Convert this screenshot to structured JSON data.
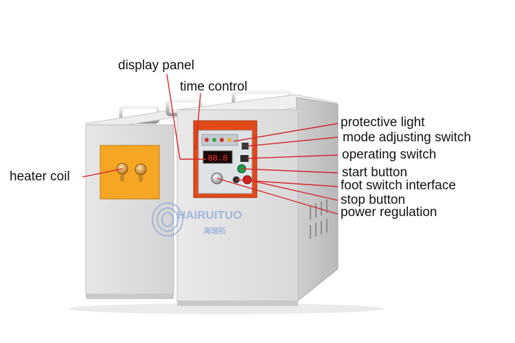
{
  "labels": {
    "display_panel": "display panel",
    "time_control": "time control",
    "heater_coil": "heater coil",
    "protective_light": "protective light",
    "mode_adjusting_switch": "mode adjusting switch",
    "operating_switch": "operating switch",
    "start_button": "start button",
    "foot_switch_interface": "foot switch interface",
    "stop_button": "stop button",
    "power_regulation": "power regulation"
  },
  "watermark": {
    "latin": "HAIRUITUO",
    "chinese": "海瑞拓"
  },
  "colors": {
    "leader_line": "#d6242a",
    "cabinet": "#e2e2e2",
    "panel_frame": "#e04a1a",
    "heater_plate": "#f5a623",
    "watermark": "#8fa9d6"
  }
}
